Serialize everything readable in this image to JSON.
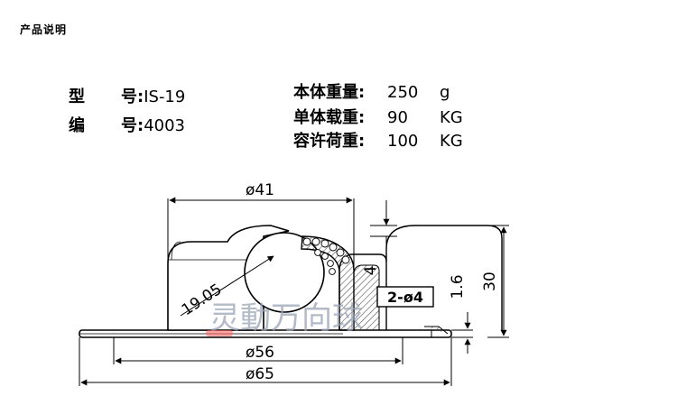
{
  "header": {
    "title": "产品说明"
  },
  "specs_left": [
    {
      "label_a": "型",
      "label_b": "号:",
      "value": "IS-19"
    },
    {
      "label_a": "编",
      "label_b": "号:",
      "value": "4003"
    }
  ],
  "specs_right": [
    {
      "label": "本体重量:",
      "value": "250",
      "unit": "g"
    },
    {
      "label": "单体载重:",
      "value": "90",
      "unit": "KG"
    },
    {
      "label": "容许荷重:",
      "value": "100",
      "unit": "KG"
    }
  ],
  "drawing": {
    "dim_top_width": "ø41",
    "dim_radius": "19.05",
    "dim_right_small": "4",
    "dim_hole": "2-ø4",
    "dim_thickness": "1.6",
    "dim_height": "30",
    "dim_mid_width": "ø56",
    "dim_base_width": "ø65"
  },
  "watermark": {
    "text": "灵動万向球"
  },
  "colors": {
    "line": "#000000",
    "hatch": "#555555",
    "watermark": "#9aa3b5",
    "watermark_dot": "#ff6666"
  }
}
